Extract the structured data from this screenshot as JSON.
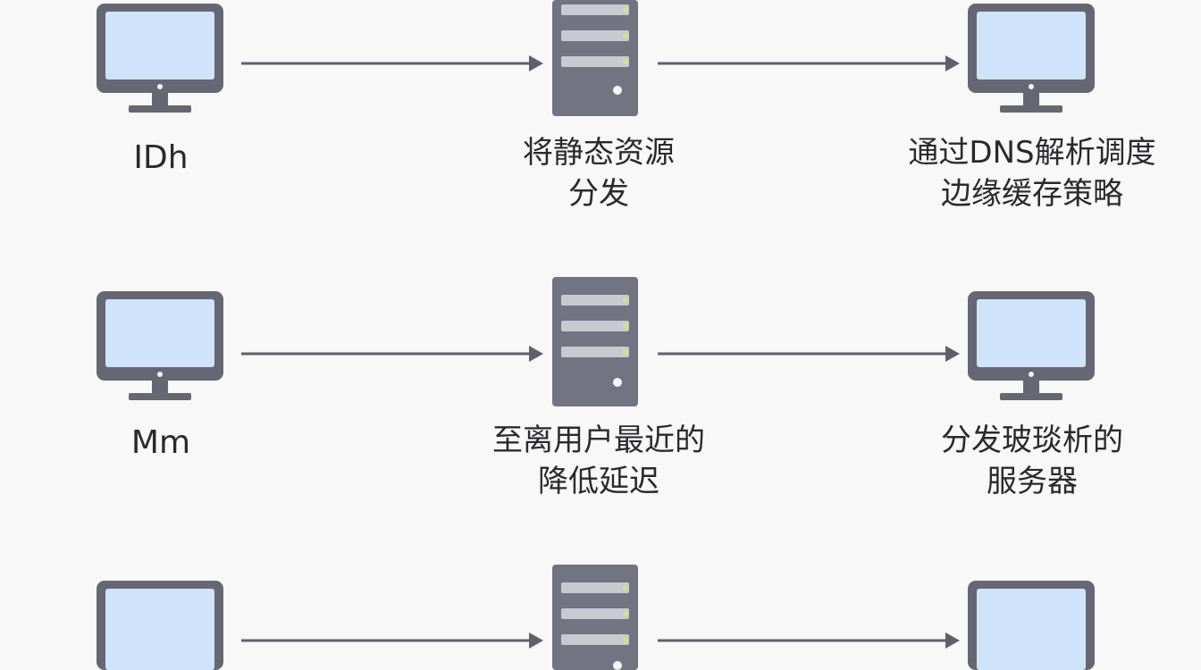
{
  "diagram": {
    "rows": [
      {
        "left_label": "IDh",
        "middle_label": [
          "将静态资源",
          "分发"
        ],
        "right_label": [
          "通过DNS解析调度",
          "边缘缓存策略"
        ]
      },
      {
        "left_label": "Mm",
        "middle_label": [
          "至离用户最近的",
          "降低延迟"
        ],
        "right_label": [
          "分发玻琰析的",
          "服务器"
        ]
      },
      {
        "left_label": "",
        "middle_label": [],
        "right_label": []
      }
    ]
  },
  "colors": {
    "background": "#f8f8f9",
    "device_body": "#666772",
    "screen": "#cfe4fa",
    "server_body": "#727481",
    "server_slot": "#c8cad2",
    "server_led": "#d8e27e",
    "arrow": "#5f606a",
    "text": "#2a2a2c"
  },
  "icons": {
    "client": "monitor-icon",
    "edge": "server-icon",
    "target": "monitor-icon"
  }
}
